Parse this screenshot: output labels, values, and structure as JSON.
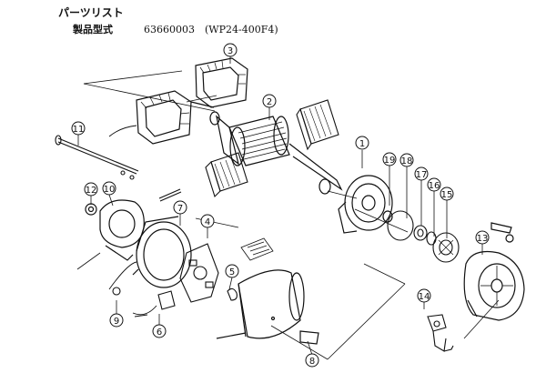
{
  "header": {
    "title": "パーツリスト",
    "model_label": "製品型式",
    "model_value": "63660003　(WP24-400F4)"
  },
  "callouts": [
    "1",
    "2",
    "3",
    "4",
    "5",
    "6",
    "7",
    "8",
    "9",
    "10",
    "11",
    "12",
    "13",
    "14",
    "15",
    "16",
    "17",
    "18",
    "19"
  ]
}
